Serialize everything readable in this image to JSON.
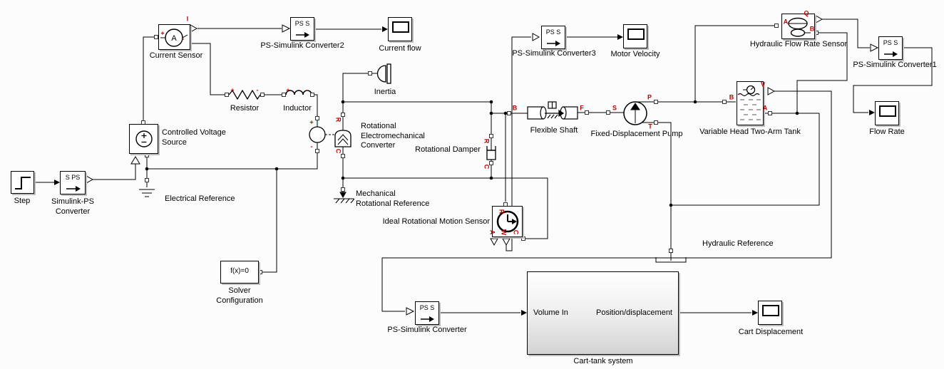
{
  "colors": {
    "background": "#fcfcfc",
    "wire": "#000000",
    "port_red": "#c00000",
    "shadow": "#bdbdbd"
  },
  "blocks": {
    "step": {
      "label": "Step"
    },
    "simulink_ps_converter": {
      "label": "Simulink-PS\nConverter",
      "text": "S PS"
    },
    "current_sensor": {
      "label": "Current Sensor",
      "text": "A"
    },
    "ps_simulink_converter2": {
      "label": "PS-Simulink Converter2",
      "text": "PS S"
    },
    "current_flow_scope": {
      "label": "Current flow"
    },
    "resistor": {
      "label": "Resistor"
    },
    "inductor": {
      "label": "Inductor"
    },
    "controlled_voltage_source": {
      "label": "Controlled Voltage\nSource"
    },
    "electrical_reference": {
      "label": "Electrical Reference"
    },
    "rotational_electromechanical_converter": {
      "label": "Rotational\nElectromechanical\nConverter"
    },
    "inertia": {
      "label": "Inertia"
    },
    "rotational_damper": {
      "label": "Rotational Damper"
    },
    "mechanical_rotational_reference": {
      "label": "Mechanical\nRotational Reference"
    },
    "ideal_rotational_motion_sensor": {
      "label": "Ideal Rotational Motion Sensor"
    },
    "ps_simulink_converter3": {
      "label": "PS-Simulink Converter3",
      "text": "PS S"
    },
    "motor_velocity_scope": {
      "label": "Motor Velocity"
    },
    "flexible_shaft": {
      "label": "Flexible Shaft"
    },
    "fixed_displacement_pump": {
      "label": "Fixed-Displacement Pump"
    },
    "hydraulic_flow_rate_sensor": {
      "label": "Hydraulic Flow Rate Sensor"
    },
    "ps_simulink_converter1": {
      "label": "PS-Simulink Converter1",
      "text": "PS S"
    },
    "variable_head_two_arm_tank": {
      "label": "Variable Head Two-Arm Tank"
    },
    "flow_rate_scope": {
      "label": "Flow Rate"
    },
    "hydraulic_reference": {
      "label": "Hydraulic Reference"
    },
    "solver_configuration": {
      "label": "Solver\nConfiguration",
      "text": "f(x)=0"
    },
    "ps_simulink_converter": {
      "label": "PS-Simulink Converter",
      "text": "PS S"
    },
    "cart_tank_system": {
      "label": "Cart-tank system",
      "in_port": "Volume In",
      "out_port": "Position/displacement"
    },
    "cart_displacement_scope": {
      "label": "Cart Displacement"
    }
  },
  "port_labels": {
    "I": "I",
    "R": "R",
    "C": "C",
    "A": "A",
    "W": "W",
    "B": "B",
    "F": "F",
    "S": "S",
    "P": "P",
    "T": "T",
    "Q": "Q",
    "V": "V",
    "plus": "+",
    "minus": "-"
  }
}
